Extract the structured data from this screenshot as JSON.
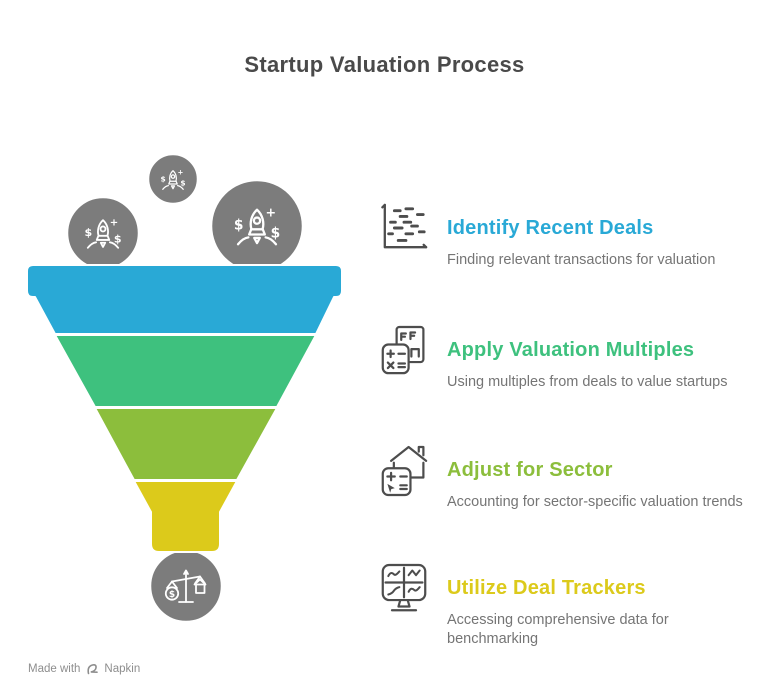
{
  "title": "Startup Valuation Process",
  "glyphs": {
    "dollar": "$",
    "plus": "+"
  },
  "funnel": {
    "segment_colors": [
      "#29A9D6",
      "#3EC17E",
      "#8CBE3C",
      "#DCCA1B"
    ],
    "circle_color": "#7C7C7C",
    "circle_icons": [
      "rocket-dollar-icon",
      "rocket-dollar-icon",
      "rocket-dollar-icon",
      "scale-dollar-house-icon"
    ]
  },
  "steps": [
    {
      "heading": "Identify Recent Deals",
      "description": "Finding relevant transactions for valuation",
      "color": "#29A9D6",
      "icon": "deal-timeline-icon"
    },
    {
      "heading": "Apply Valuation Multiples",
      "description": "Using multiples from deals to value startups",
      "color": "#3EC17E",
      "icon": "document-calculator-icon"
    },
    {
      "heading": "Adjust for Sector",
      "description": "Accounting for sector-specific valuation trends",
      "color": "#8CBE3C",
      "icon": "house-calculator-icon"
    },
    {
      "heading": "Utilize Deal Trackers",
      "description": "Accessing comprehensive data for benchmarking",
      "color": "#DCCA1B",
      "icon": "monitor-charts-icon"
    }
  ],
  "colors": {
    "title_text": "#4A4A4A",
    "description_text": "#757575",
    "icon_stroke": "#4D4D4D",
    "footer_text": "#8E8E8E"
  },
  "footer": {
    "made_with": "Made with",
    "brand": "Napkin"
  }
}
